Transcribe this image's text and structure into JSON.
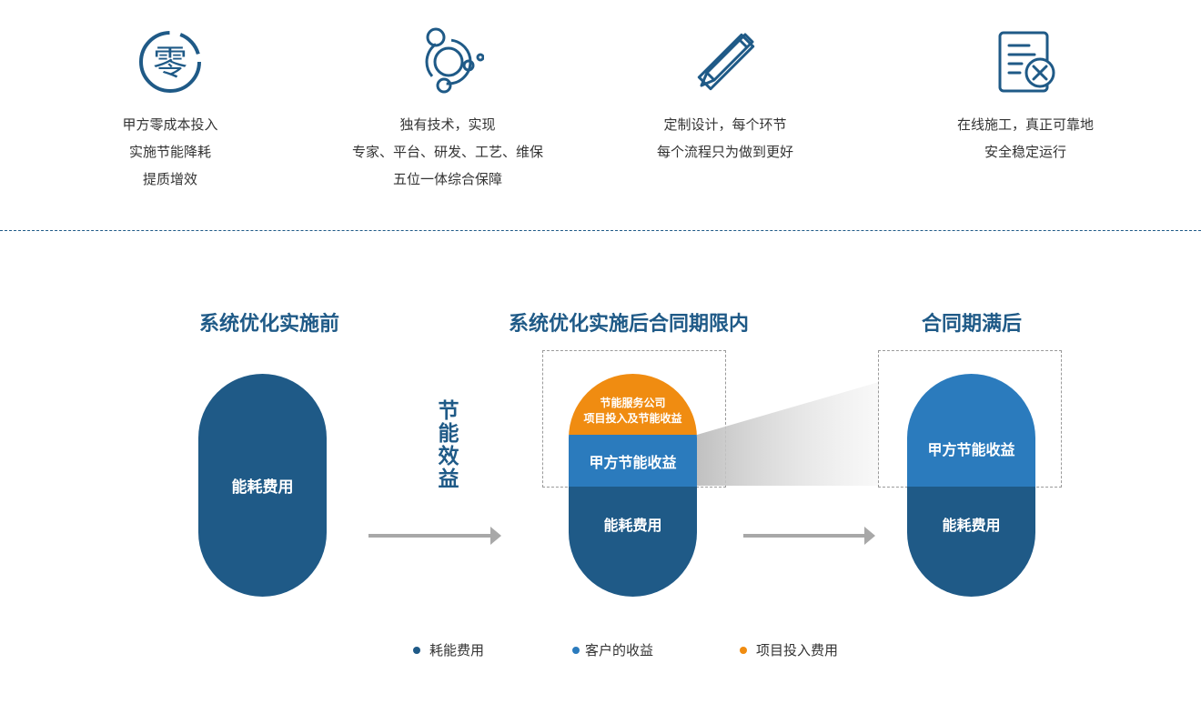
{
  "features": [
    {
      "icon": "zero-cost-icon",
      "lines": [
        "甲方零成本投入",
        "实施节能降耗",
        "提质增效"
      ]
    },
    {
      "icon": "technology-bubbles-icon",
      "lines": [
        "独有技术，实现",
        "专家、平台、研发、工艺、维保",
        "五位一体综合保障"
      ]
    },
    {
      "icon": "design-tools-icon",
      "lines": [
        "定制设计，每个环节",
        "每个流程只为做到更好"
      ]
    },
    {
      "icon": "construction-document-icon",
      "lines": [
        "在线施工，真正可靠地",
        "安全稳定运行"
      ]
    }
  ],
  "icon_glyphs": {
    "zero": "零"
  },
  "headings": {
    "before": "系统优化实施前",
    "during": "系统优化实施后合同期限内",
    "after": "合同期满后"
  },
  "vertical_label": [
    "节",
    "能",
    "效",
    "益"
  ],
  "pills": {
    "before": {
      "energy": "能耗费用"
    },
    "during": {
      "company_line1": "节能服务公司",
      "company_line2": "项目投入及节能收益",
      "client_savings": "甲方节能收益",
      "energy": "能耗费用"
    },
    "after": {
      "client_savings": "甲方节能收益",
      "energy": "能耗费用"
    }
  },
  "legend": [
    {
      "label": "耗能费用",
      "color": "#1f5a87"
    },
    {
      "label": "客户的收益",
      "color": "#2b7bbd"
    },
    {
      "label": "项目投入费用",
      "color": "#f08c11"
    }
  ],
  "colors": {
    "dark_blue": "#1f5a87",
    "mid_blue": "#2b7bbd",
    "orange": "#f08c11",
    "arrow_gray": "#a8a8a8"
  }
}
